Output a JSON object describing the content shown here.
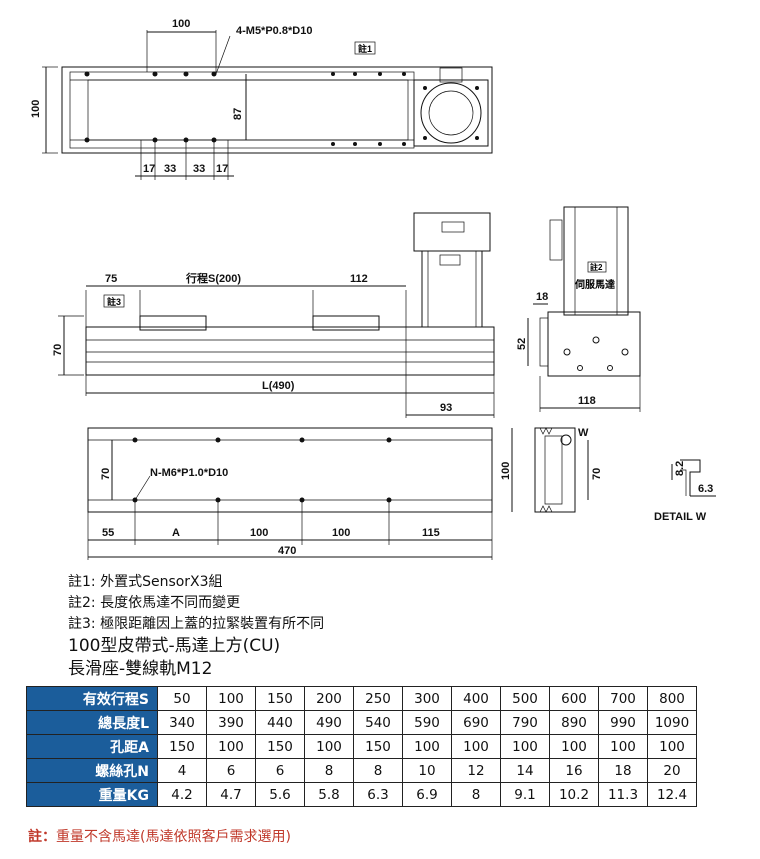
{
  "top_view": {
    "dim_100_top": "100",
    "hole_label": "4-M5*P0.8*D10",
    "note_tag": "註1",
    "dim_100_side": "100",
    "dim_87": "87",
    "dim_17a": "17",
    "dim_33a": "33",
    "dim_33b": "33",
    "dim_17b": "17"
  },
  "front_view": {
    "dim_75": "75",
    "stroke_label": "行程S(200)",
    "dim_112": "112",
    "note_tag": "註3",
    "dim_70": "70",
    "length_label": "L(490)",
    "dim_93": "93"
  },
  "side_view": {
    "note_tag": "註2",
    "servo_label": "伺服馬達",
    "dim_18": "18",
    "dim_52": "52",
    "dim_118": "118"
  },
  "bottom_view": {
    "dim_70": "70",
    "hole_label": "N-M6*P1.0*D10",
    "dim_55": "55",
    "dim_A": "A",
    "dim_100a": "100",
    "dim_100b": "100",
    "dim_115": "115",
    "dim_470": "470"
  },
  "profile_view": {
    "dim_100": "100",
    "dim_70": "70",
    "w_label": "W",
    "dim_82": "8.2",
    "dim_63": "6.3",
    "detail_label": "DETAIL W"
  },
  "notes": {
    "note1": "註1: 外置式SensorX3組",
    "note2": "註2: 長度依馬達不同而變更",
    "note3": "註3: 極限距離因上蓋的拉緊裝置有所不同",
    "title1": "100型皮帶式-馬達上方(CU)",
    "title2": "長滑座-雙線軌M12"
  },
  "spec_table": {
    "rows": [
      {
        "label": "有效行程S",
        "values": [
          "50",
          "100",
          "150",
          "200",
          "250",
          "300",
          "400",
          "500",
          "600",
          "700",
          "800"
        ]
      },
      {
        "label": "總長度L",
        "values": [
          "340",
          "390",
          "440",
          "490",
          "540",
          "590",
          "690",
          "790",
          "890",
          "990",
          "1090"
        ]
      },
      {
        "label": "孔距A",
        "values": [
          "150",
          "100",
          "150",
          "100",
          "150",
          "100",
          "100",
          "100",
          "100",
          "100",
          "100"
        ]
      },
      {
        "label": "螺絲孔N",
        "values": [
          "4",
          "6",
          "6",
          "8",
          "8",
          "10",
          "12",
          "14",
          "16",
          "18",
          "20"
        ]
      },
      {
        "label": "重量KG",
        "values": [
          "4.2",
          "4.7",
          "5.6",
          "5.8",
          "6.3",
          "6.9",
          "8",
          "9.1",
          "10.2",
          "11.3",
          "12.4"
        ]
      }
    ],
    "header_color": "#1b5d9b"
  },
  "footnote": {
    "prefix": "註：",
    "text": "重量不含馬達(馬達依照客戶需求選用)"
  }
}
